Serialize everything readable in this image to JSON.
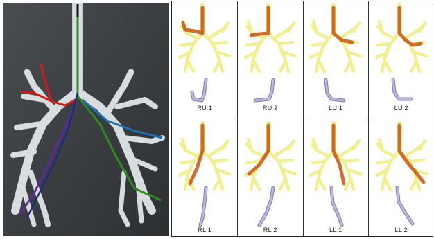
{
  "photo": {
    "alt": "",
    "path_colors": {
      "red": "#d11a1a",
      "green": "#2f8a22",
      "blue": "#1d6fb5",
      "purple": "#5b2a9a",
      "black": "#111111"
    }
  },
  "panels": [
    {
      "label": "RU 1",
      "highlight": "#c8540a"
    },
    {
      "label": "RU 2",
      "highlight": "#c8540a"
    },
    {
      "label": "LU 1",
      "highlight": "#c8540a"
    },
    {
      "label": "LU 2",
      "highlight": "#c8540a"
    },
    {
      "label": "RL 1",
      "highlight": "#c8540a"
    },
    {
      "label": "RL 2",
      "highlight": "#c8540a"
    },
    {
      "label": "LL 1",
      "highlight": "#c8540a"
    },
    {
      "label": "LL 2",
      "highlight": "#c8540a"
    }
  ],
  "colors": {
    "airway": "#f2ef8f",
    "airway_edge": "#d7d36a",
    "tube": "#b9b8de",
    "tube_edge": "#7f7db0",
    "photo_bg": "#3a3d40"
  }
}
